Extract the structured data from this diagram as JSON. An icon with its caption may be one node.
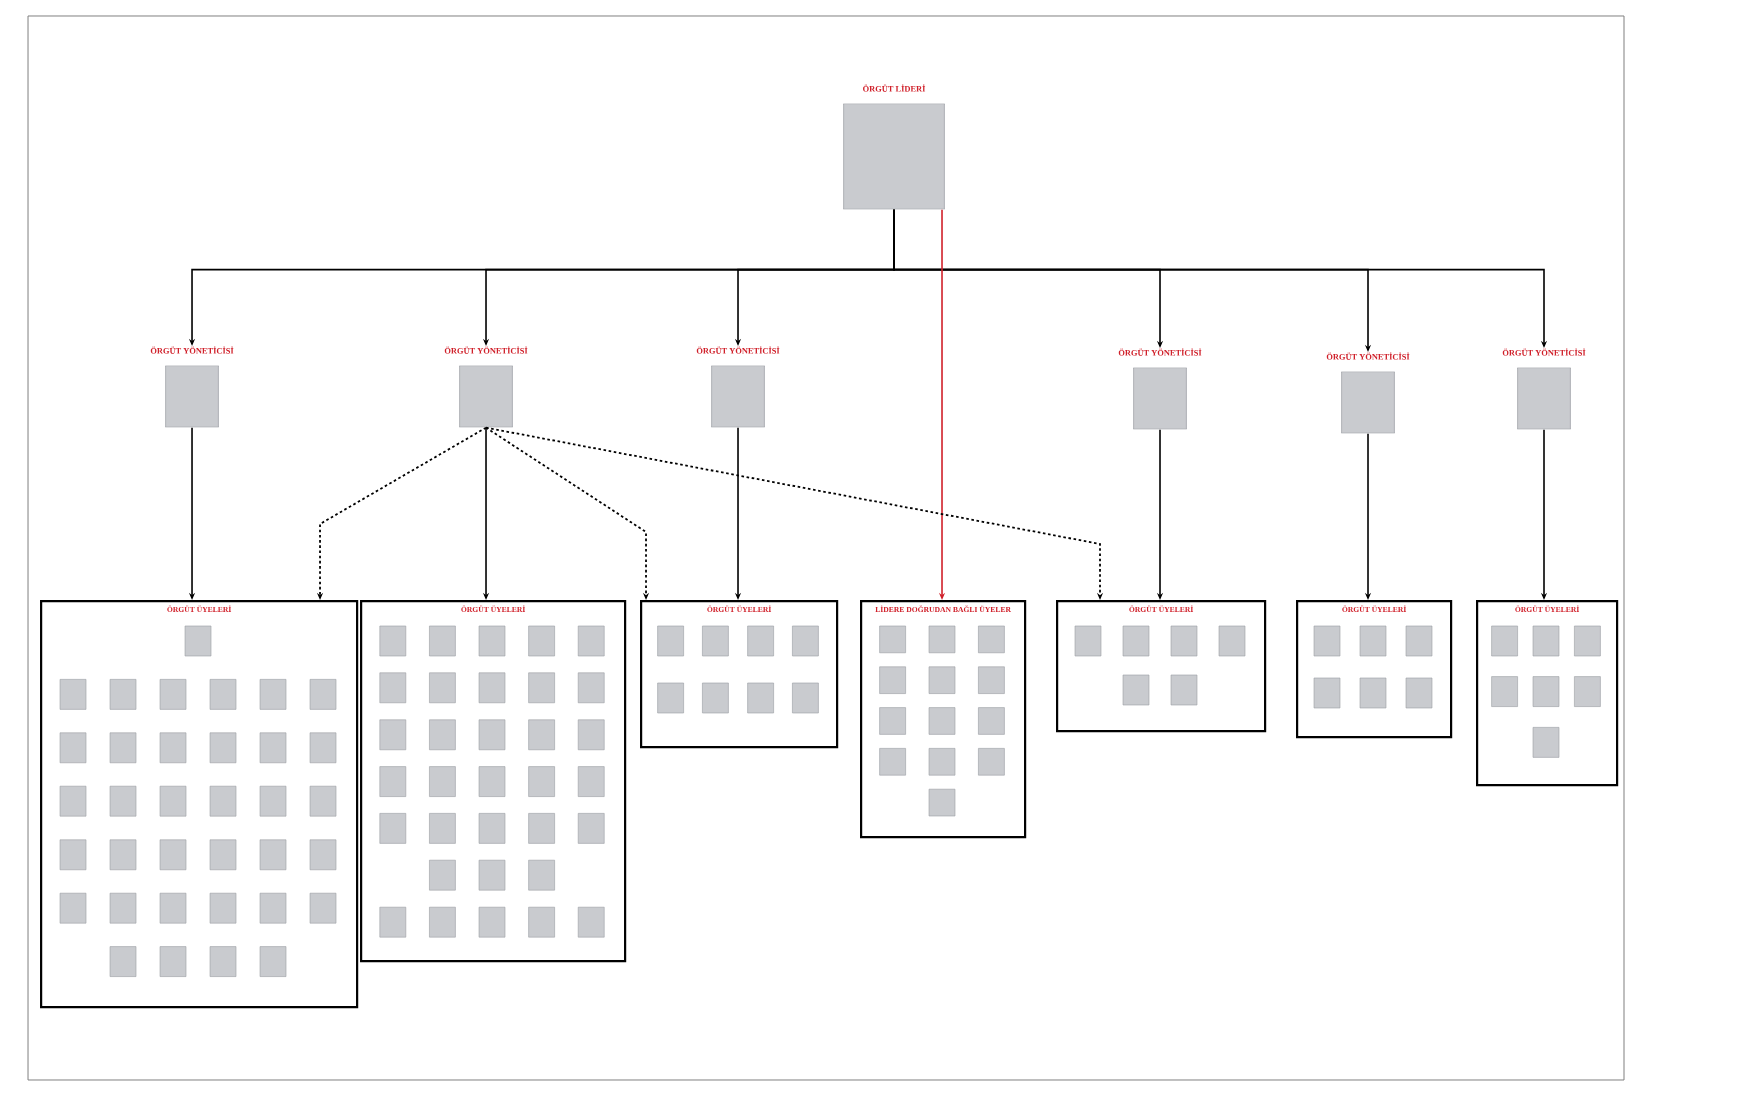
{
  "diagram": {
    "nodes": [
      {
        "text": [
          "ÖRGÜT LİDERİ"
        ]
      },
      {
        "text": [
          "ÖRGÜT YÖNETİCİSİ"
        ]
      },
      {
        "text": [
          "ÖRGÜT YÖNETİCİSİ"
        ]
      },
      {
        "text": [
          "ÖRGÜT YÖNETİCİSİ"
        ]
      },
      {
        "text": [
          "ÖRGÜT YÖNETİCİSİ"
        ]
      },
      {
        "text": [
          "ÖRGÜT YÖNETİCİSİ"
        ]
      },
      {
        "text": [
          "ÖRGÜT YÖNETİCİSİ"
        ]
      },
      {
        "text": [
          "ÖRGÜT ÜYELERİ"
        ]
      },
      {
        "text": [
          "ÖRGÜT ÜYELERİ"
        ]
      },
      {
        "text": [
          "ÖRGÜT ÜYELERİ"
        ]
      },
      {
        "text": [
          "LİDERE DOĞRUDAN BAĞLI ÜYELER"
        ]
      },
      {
        "text": [
          "ÖRGÜT ÜYELERİ"
        ]
      },
      {
        "text": [
          "ÖRGÜT ÜYELERİ"
        ]
      },
      {
        "text": [
          "ÖRGÜT ÜYELERİ"
        ]
      }
    ],
    "edges": [
      {
        "from": 0,
        "to": 1,
        "arrow": "to"
      },
      {
        "from": 0,
        "to": 2,
        "arrow": "to"
      },
      {
        "from": 0,
        "to": 3,
        "arrow": "to"
      },
      {
        "from": 0,
        "to": 4,
        "arrow": "to"
      },
      {
        "from": 0,
        "to": 5,
        "arrow": "to"
      },
      {
        "from": 0,
        "to": 6,
        "arrow": "to"
      },
      {
        "from": 0,
        "to": 10,
        "arrow": "to",
        "color": "#d0202a"
      },
      {
        "from": 1,
        "to": 7,
        "arrow": "to"
      },
      {
        "from": 2,
        "to": 8,
        "arrow": "to"
      },
      {
        "from": 3,
        "to": 9,
        "arrow": "to"
      },
      {
        "from": 4,
        "to": 11,
        "arrow": "to"
      },
      {
        "from": 5,
        "to": 12,
        "arrow": "to"
      },
      {
        "from": 6,
        "to": 13,
        "arrow": "to"
      },
      {
        "from": 2,
        "to": 7,
        "arrow": "to",
        "style": "dashed"
      },
      {
        "from": 2,
        "to": 9,
        "arrow": "to",
        "style": "dashed"
      },
      {
        "from": 2,
        "to": 11,
        "arrow": "to",
        "style": "dashed"
      }
    ]
  }
}
